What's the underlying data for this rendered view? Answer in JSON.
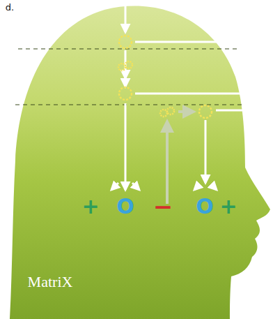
{
  "diagram": {
    "labels": [
      "d.",
      "+",
      "O",
      "−",
      "O",
      "+",
      "MatriX"
    ]
  }
}
